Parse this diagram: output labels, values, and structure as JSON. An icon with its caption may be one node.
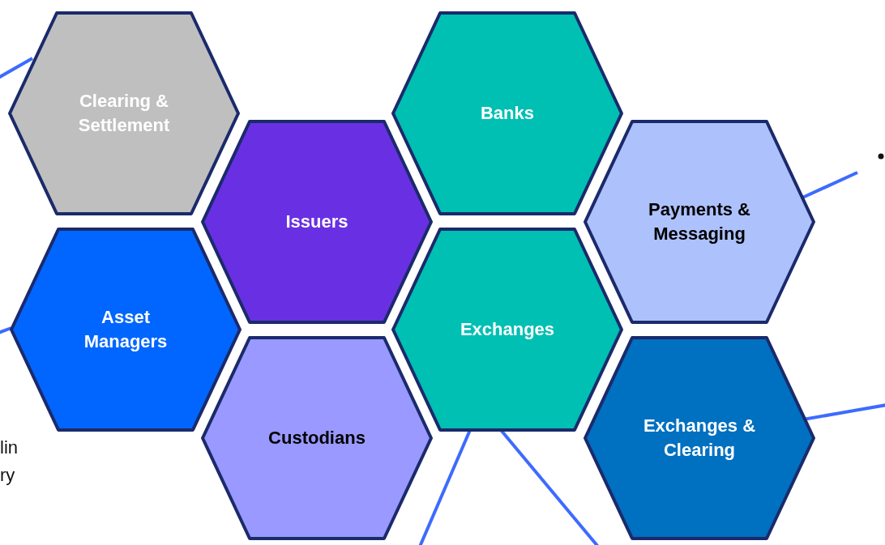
{
  "diagram": {
    "nodes": [
      {
        "text": [
          "Clearing & Settlement"
        ]
      },
      {
        "text": [
          "Banks"
        ]
      },
      {
        "text": [
          "Issuers"
        ]
      },
      {
        "text": [
          "Payments & Messaging"
        ]
      },
      {
        "text": [
          "Asset Managers"
        ]
      },
      {
        "text": [
          "Exchanges"
        ]
      },
      {
        "text": [
          "Custodians"
        ]
      },
      {
        "text": [
          "Exchanges & Clearing"
        ]
      }
    ],
    "edges": [
      {
        "from": 0,
        "to": null,
        "arrow": "none"
      },
      {
        "from": 3,
        "to": null,
        "arrow": "none"
      },
      {
        "from": 4,
        "to": null,
        "arrow": "none"
      },
      {
        "from": 7,
        "to": null,
        "arrow": "none"
      },
      {
        "from": 5,
        "to": null,
        "arrow": "none"
      },
      {
        "from": 5,
        "to": null,
        "arrow": "none"
      }
    ],
    "labels": [
      "lin",
      "ry"
    ]
  }
}
